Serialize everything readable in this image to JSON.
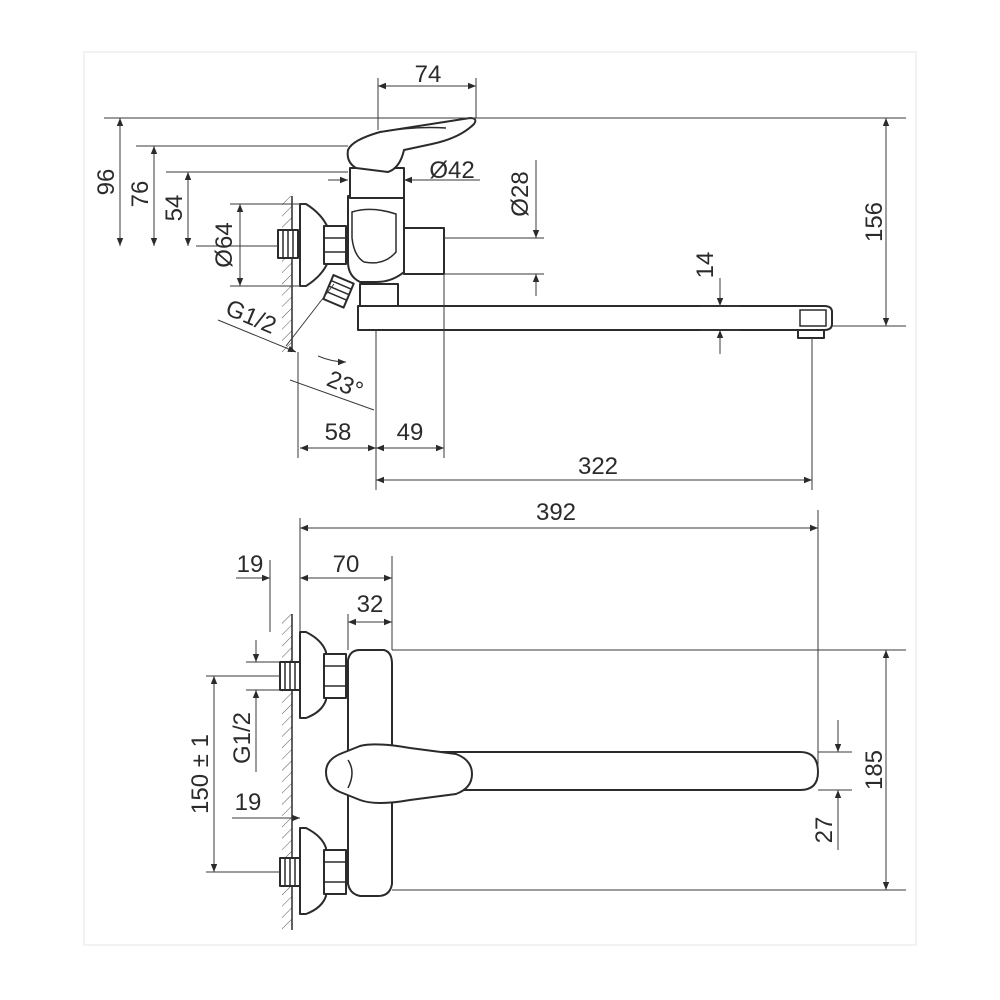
{
  "dimensions": {
    "side_view": {
      "handle_width": "74",
      "height_96": "96",
      "height_76": "76",
      "height_54": "54",
      "body_diameter": "Ø42",
      "spout_socket_diameter": "Ø28",
      "rosette_diameter": "Ø64",
      "connection_thread": "G1/2",
      "angle": "23°",
      "depth_58": "58",
      "depth_49": "49",
      "spout_reach": "322",
      "spout_height": "14",
      "total_height": "156"
    },
    "top_view": {
      "total_length": "392",
      "offset_19_top": "19",
      "offset_70": "70",
      "offset_32": "32",
      "connection_thread": "G1/2",
      "center_distance": "150 ± 1",
      "offset_19_bottom": "19",
      "spout_width": "27",
      "total_width": "185"
    }
  }
}
